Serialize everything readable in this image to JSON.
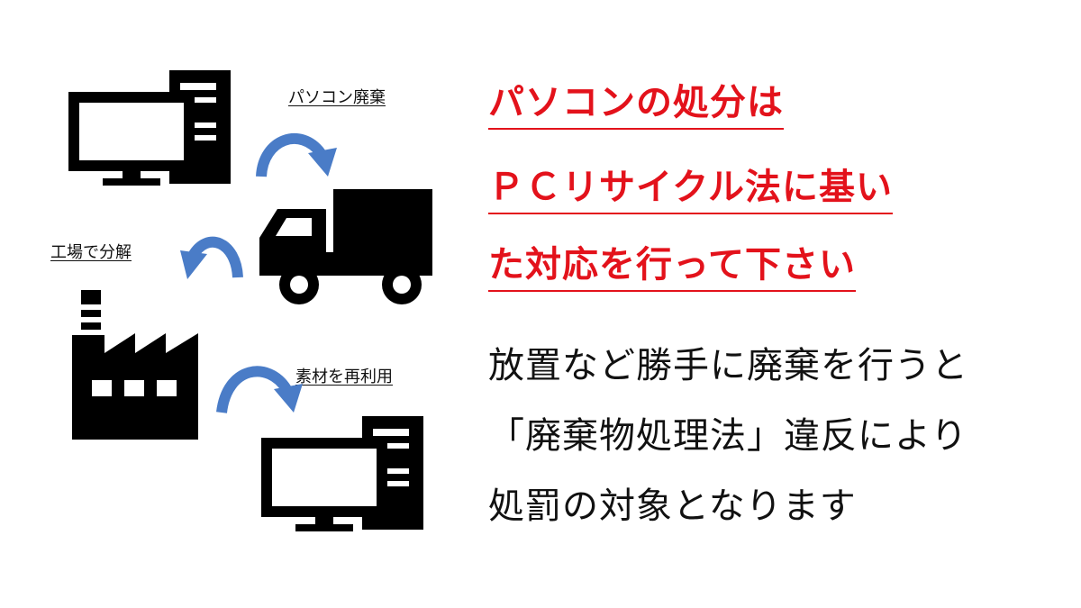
{
  "flow": {
    "labels": {
      "disposal": "パソコン廃棄",
      "factory": "工場で分解",
      "reuse": "素材を再利用"
    },
    "icons": [
      "computer-icon",
      "truck-icon",
      "factory-icon",
      "computer-icon"
    ],
    "arrow_color": "#4a7cc7"
  },
  "notice": {
    "red_lines": [
      "パソコンの処分は",
      "ＰＣリサイクル法に基い",
      "た対応を行って下さい"
    ],
    "black_lines": [
      "放置など勝手に廃棄を行うと",
      "「廃棄物処理法」違反により",
      "処罰の対象となります"
    ],
    "red_color": "#e3121b"
  }
}
